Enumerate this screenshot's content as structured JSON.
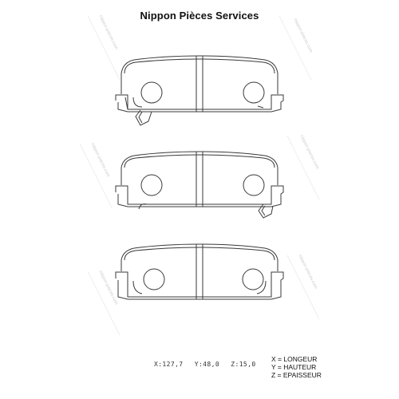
{
  "header": {
    "title": "Nippon Pièces Services"
  },
  "dimensions": {
    "x": "X:127,7",
    "y": "Y:48,0",
    "z": "Z:15,0"
  },
  "legend": {
    "x": "X = LONGEUR",
    "y": "Y = HAUTEUR",
    "z": "Z = EPAISSEUR"
  },
  "watermark": {
    "text": "nippon-pieces.com"
  },
  "drawing": {
    "line_color": "#3a3a3a",
    "pad_count": 3
  }
}
